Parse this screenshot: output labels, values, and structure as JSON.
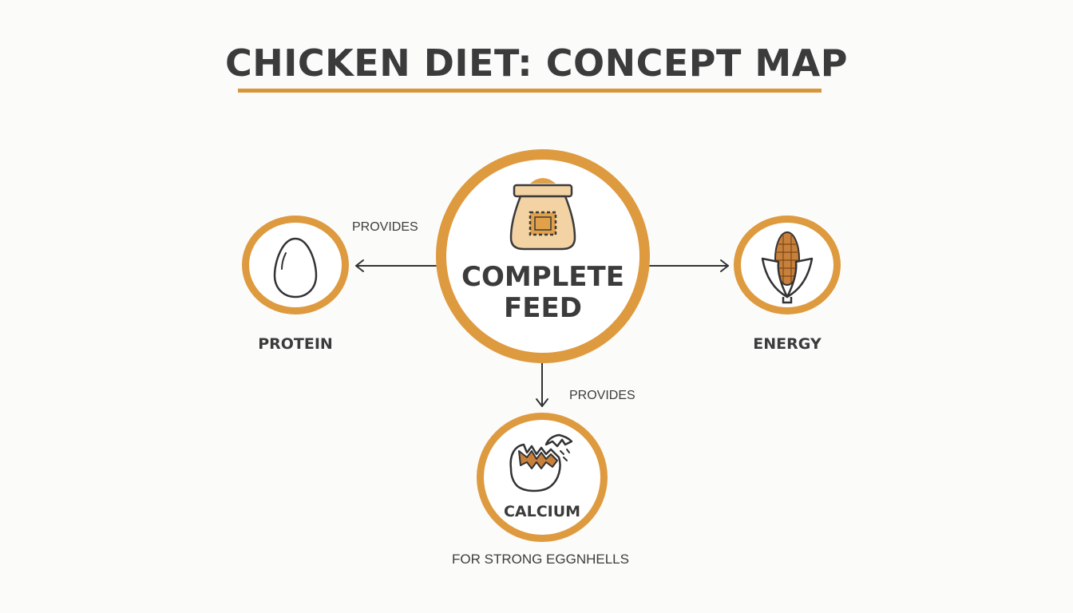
{
  "title": "CHICKEN DIET: CONCEPT MAP",
  "colors": {
    "accent": "#de9a3f",
    "text": "#3b3b3b",
    "line": "#333333"
  },
  "center": {
    "label_line1": "COMPLETE",
    "label_line2": "FEED",
    "icon": "feed-sack-icon"
  },
  "nodes": [
    {
      "label": "PROTEIN",
      "icon": "egg-icon"
    },
    {
      "label": "ENERGY",
      "icon": "corn-icon"
    },
    {
      "label": "CALCIUM",
      "icon": "cracked-eggshell-icon"
    }
  ],
  "edges": [
    {
      "from": "COMPLETE FEED",
      "to": "PROTEIN",
      "label": "PROVIDES"
    },
    {
      "from": "COMPLETE FEED",
      "to": "ENERGY",
      "label": ""
    },
    {
      "from": "COMPLETE FEED",
      "to": "CALCIUM",
      "label": "PROVIDES"
    }
  ],
  "calcium_note": "FOR STRONG EGGNHELLS"
}
